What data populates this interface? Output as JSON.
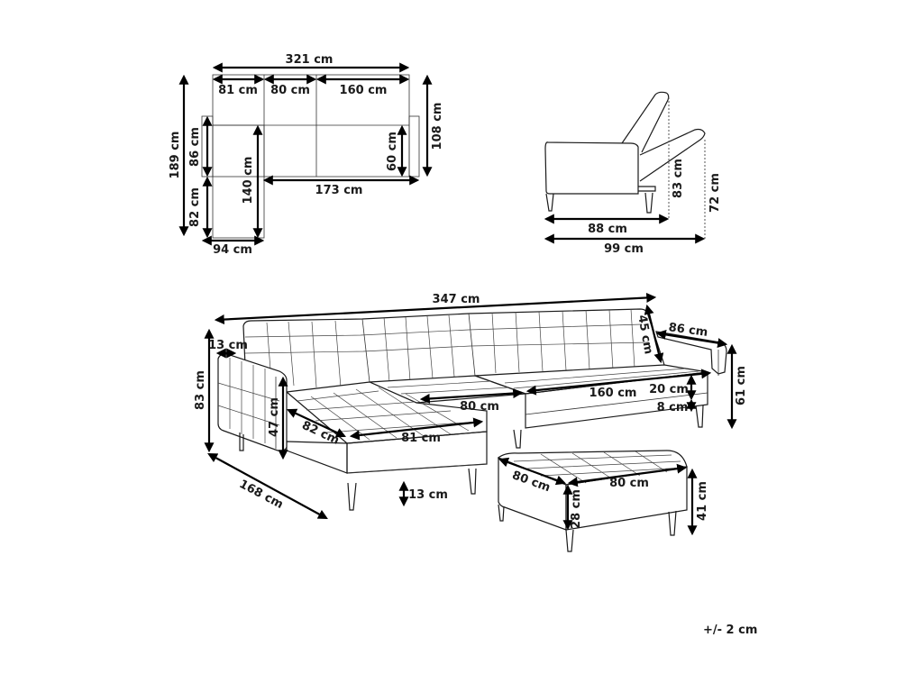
{
  "top_view": {
    "overall_width": "321 cm",
    "segments": [
      "81 cm",
      "80 cm",
      "160 cm"
    ],
    "overall_depth": "189 cm",
    "armrest_depth_left": "86 cm",
    "chaise_extension": "82 cm",
    "chaise_length": "140 cm",
    "chaise_width": "94 cm",
    "seat_depth_right": "60 cm",
    "sofa_depth": "108 cm",
    "sofa_width_right": "173 cm"
  },
  "side_view": {
    "upright_height": "83 cm",
    "reclined_height": "72 cm",
    "upright_depth": "88 cm",
    "reclined_depth": "99 cm"
  },
  "perspective_view": {
    "overall_length": "347 cm",
    "armrest_width": "13 cm",
    "total_height": "83 cm",
    "armrest_height": "47 cm",
    "chaise_depth": "82 cm",
    "chaise_width": "81 cm",
    "middle_seat": "80 cm",
    "right_seat": "160 cm",
    "backrest_height": "45 cm",
    "arm_depth": "86 cm",
    "arm_height": "61 cm",
    "cushion_height": "20 cm",
    "base_height": "8 cm",
    "leg_height": "13 cm",
    "chaise_total_length": "168 cm"
  },
  "ottoman": {
    "depth": "80 cm",
    "width": "80 cm",
    "body_height": "28 cm",
    "total_height": "41 cm"
  },
  "tolerance": "+/- 2 cm"
}
